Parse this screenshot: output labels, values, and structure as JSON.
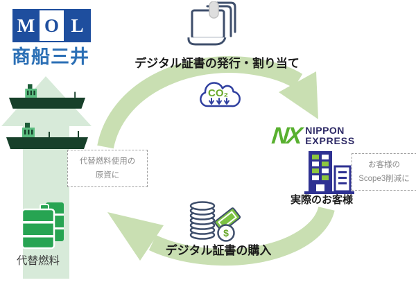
{
  "colors": {
    "mol_blue": "#1e4e9e",
    "mol_text": "#2b6fb5",
    "nx_green": "#58b02f",
    "nx_navy": "#2e2a66",
    "icon_navy": "#3e4e6b",
    "cloud_navy": "#2f3f9f",
    "co2_green": "#6aa92c",
    "arc_green": "#c9dfb2",
    "pale_green": "#d7ead9",
    "barrel_green": "#27a452",
    "ship_dark": "#17402a",
    "ship_mid": "#1d5c38",
    "ship_light": "#5bbd80",
    "window_green": "#8dc63f",
    "building_navy": "#2e3192",
    "label_black": "#1a1a1a",
    "note_gray": "#8a8a8a",
    "note_green": "#7cc243"
  },
  "mol": {
    "m": "M",
    "o": "O",
    "l": "L",
    "company": "商船三井"
  },
  "nx": {
    "mark": "NX",
    "name_line1": "NIPPON",
    "name_line2": "EXPRESS"
  },
  "flow": {
    "issue_label": "デジタル証書の発行・割り当て",
    "purchase_label": "デジタル証書の購入"
  },
  "notes": {
    "left_line1": "代替燃料使用の",
    "left_line2": "原資に",
    "right_line1": "お客様の",
    "right_line2": "Scope3削減に"
  },
  "labels": {
    "customer": "実際のお客様",
    "fuel": "代替燃料",
    "co2": "CO₂",
    "dollar": "$"
  },
  "icons": {
    "certificate": "certificate-documents-icon",
    "co2": "co2-cloud-icon",
    "coins": "coins-payment-icon",
    "building": "customer-building-icon",
    "ships": "ship-icon",
    "barrels": "fuel-barrels-icon",
    "up_arrow": "fuel-supply-arrow",
    "top_arc": "issue-flow-arc",
    "bottom_arc": "purchase-flow-arc"
  }
}
